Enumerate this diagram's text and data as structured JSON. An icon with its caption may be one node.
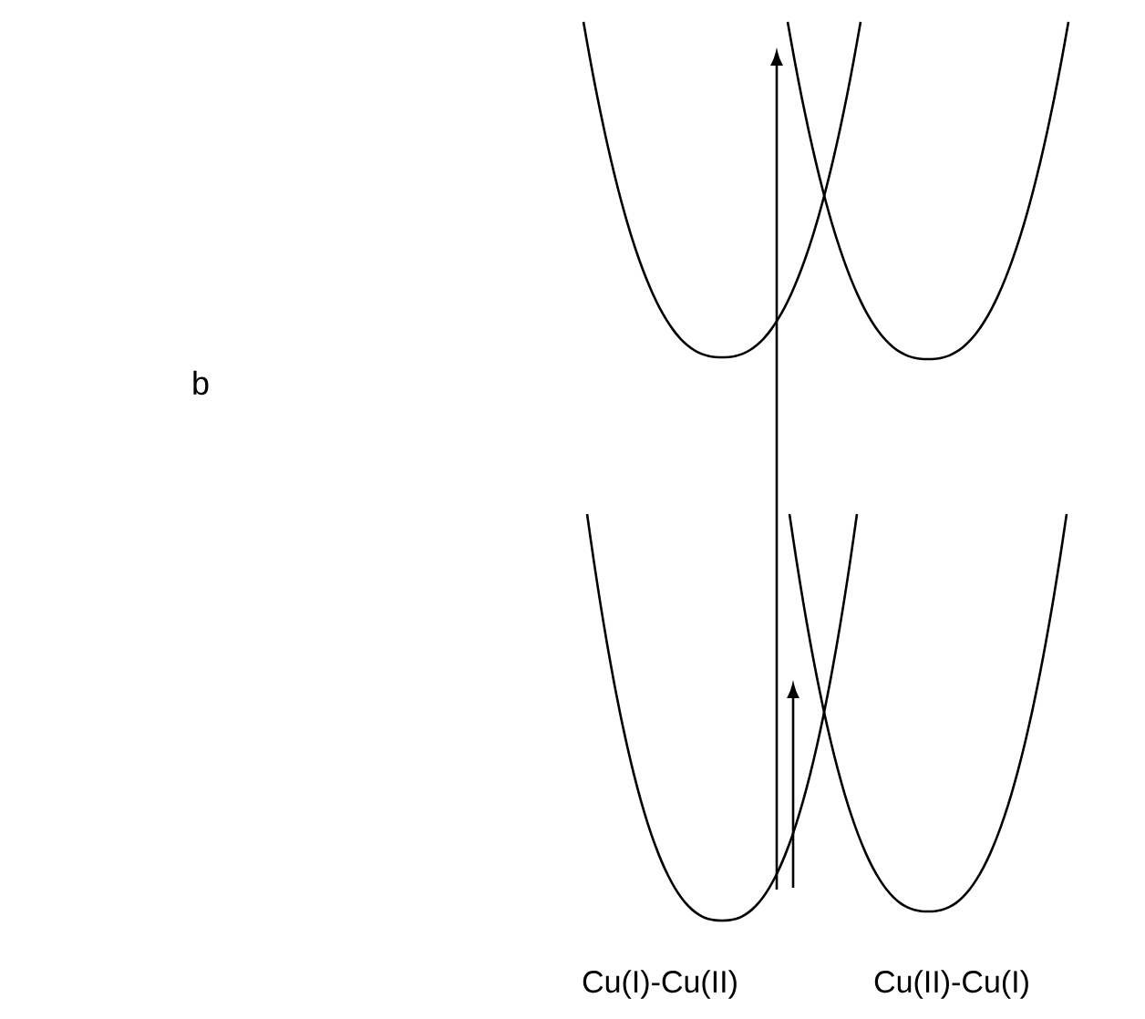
{
  "diagram": {
    "labels": [
      "b",
      "Cu(I)-Cu(II)",
      "Cu(II)-Cu(I)"
    ]
  }
}
